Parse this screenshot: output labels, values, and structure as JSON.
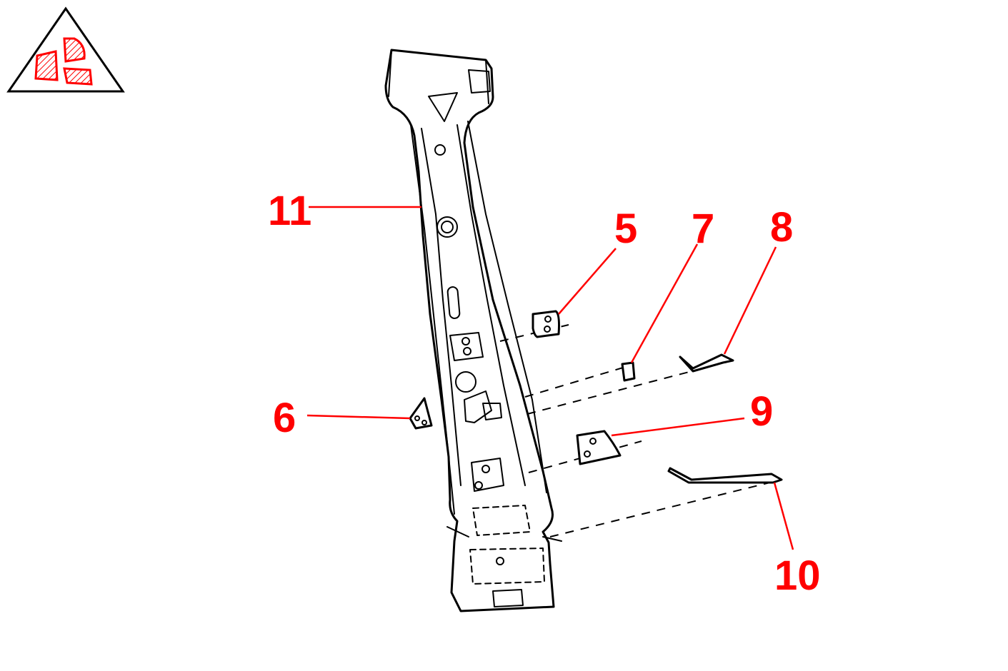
{
  "colors": {
    "accent": "#ff0000",
    "line": "#000000",
    "background": "#ffffff"
  },
  "icons": {
    "logo": "triangle-parts-icon"
  },
  "callouts": [
    {
      "id": "c11",
      "label": "11"
    },
    {
      "id": "c5",
      "label": "5"
    },
    {
      "id": "c7",
      "label": "7"
    },
    {
      "id": "c8",
      "label": "8"
    },
    {
      "id": "c6",
      "label": "6"
    },
    {
      "id": "c9",
      "label": "9"
    },
    {
      "id": "c10",
      "label": "10"
    }
  ]
}
